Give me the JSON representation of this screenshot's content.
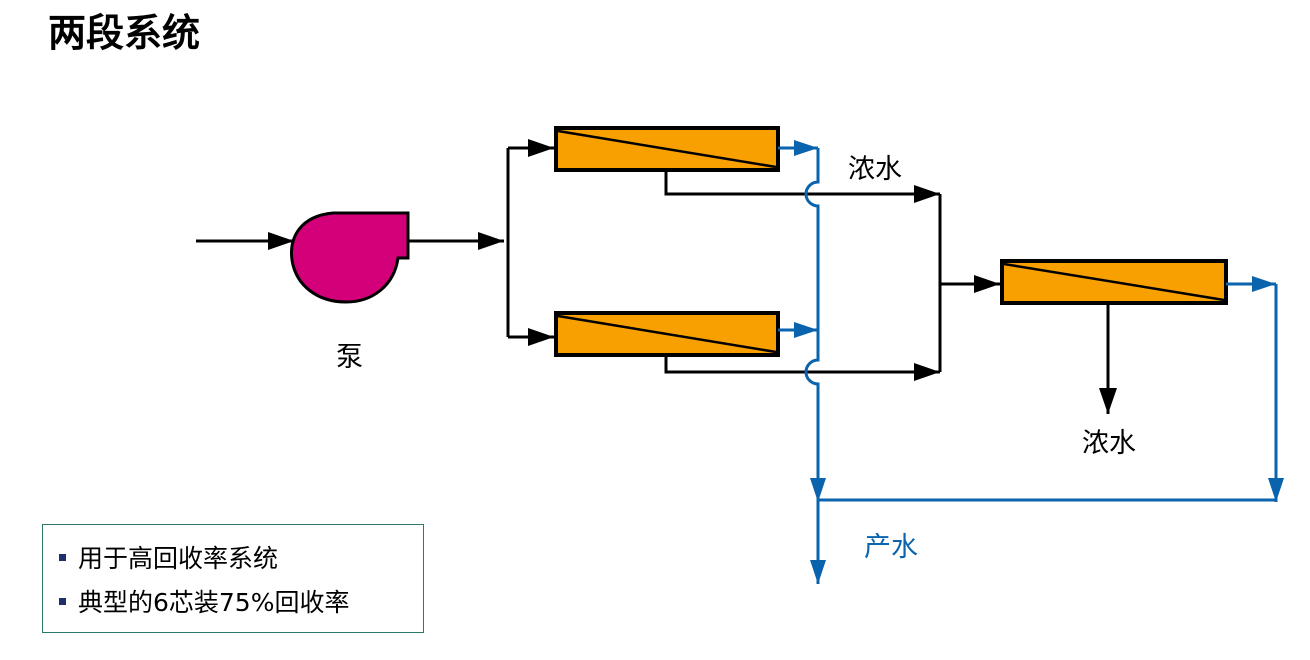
{
  "title": "两段系统",
  "labels": {
    "pump": "泵",
    "concentrate_stage1": "浓水",
    "concentrate_stage2": "浓水",
    "product": "产水"
  },
  "notes": [
    "用于高回收率系统",
    "典型的6芯装75%回收率"
  ],
  "colors": {
    "pump": "#d4007a",
    "membrane": "#f7a000",
    "concentrate_line": "#000000",
    "permeate_line": "#0a63ad",
    "notes_border": "#2a7a6a"
  }
}
